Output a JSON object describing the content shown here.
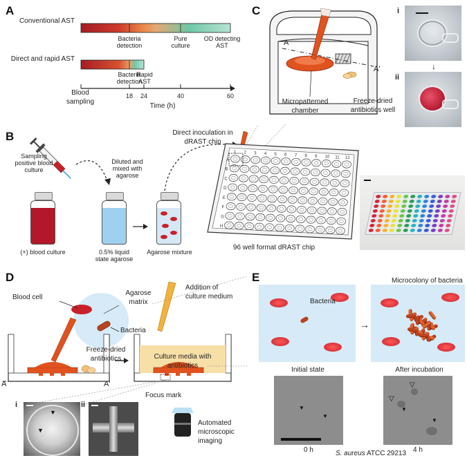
{
  "panels": {
    "A": "A",
    "B": "B",
    "C": "C",
    "D": "D",
    "E": "E"
  },
  "panel_a": {
    "row1_label": "Conventional AST",
    "row2_label": "Direct and rapid AST",
    "row1_stage1": "Bacteria detection",
    "row1_stage2": "Pure culture",
    "row1_stage3": "OD detecting AST",
    "row2_stage1": "Bacteria detection",
    "row2_stage2": "Rapid AST",
    "axis_origin_label": "Blood sampling",
    "axis_title": "Time (h)",
    "ticks": [
      "18",
      "24",
      "40",
      "60"
    ]
  },
  "panel_b": {
    "step1": "Sampling positive blood culture",
    "step2": "Diluted and mixed with agarose",
    "step3": "Direct inoculation in dRAST chip",
    "vial1": "(+) blood culture",
    "vial2": "0.5% liquid state agarose",
    "vial3": "Agarose mixture",
    "chip": "96 well format dRAST chip",
    "row_letters": [
      "A",
      "B",
      "C",
      "D",
      "E",
      "F",
      "G",
      "H"
    ],
    "col_numbers": [
      "1",
      "2",
      "3",
      "4",
      "5",
      "6",
      "7",
      "8",
      "9",
      "10",
      "11",
      "12"
    ]
  },
  "panel_c": {
    "section_a": "A",
    "section_a_prime": "A'",
    "chamber": "Micropatterned chamber",
    "antibiotics_well": "Freeze-dried antibiotics well",
    "photo_i": "i",
    "photo_ii": "ii"
  },
  "panel_d": {
    "blood_cell": "Blood cell",
    "agarose_matrix": "Agarose matrix",
    "bacteria": "Bacteria",
    "freeze_dried": "Freeze-dried antibiotics",
    "addition": "Addition of culture medium",
    "culture_media": "Culture media with antibiotics",
    "focus_mark": "Focus mark",
    "imaging": "Automated microscopic imaging",
    "section_a": "A",
    "section_a_prime": "A'",
    "photo_i": "i",
    "photo_ii": "ii"
  },
  "panel_e": {
    "bacteria": "Bacteria",
    "microcolony": "Microcolony of bacteria",
    "initial": "Initial state",
    "after": "After incubation",
    "t0": "0 h",
    "t4": "4 h",
    "strain_italic": "S. aureus",
    "strain_rest": "ATCC 29213"
  },
  "colors": {
    "orange": "#e0521f",
    "light_blue": "#cfe6f5",
    "teal": "#5fbfa0",
    "red": "#c8202a",
    "culture_yellow": "#f7dfa8"
  }
}
